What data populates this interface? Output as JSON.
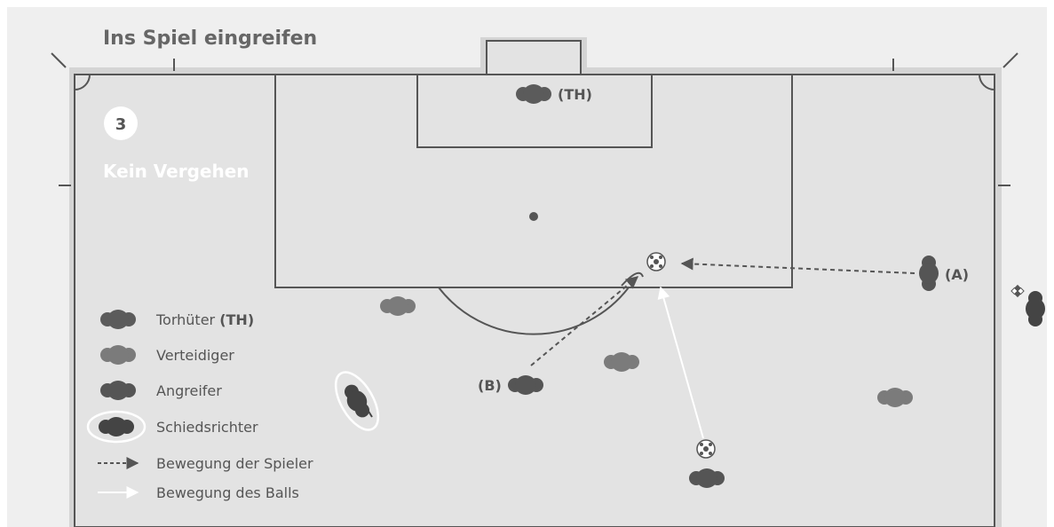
{
  "title": "Ins Spiel eingreifen",
  "step_number": "3",
  "subtitle": "Kein Vergehen",
  "labels": {
    "goalkeeper": "(TH)",
    "player_a": "(A)",
    "player_b": "(B)"
  },
  "legend": {
    "goalkeeper": {
      "text": "Torhüter ",
      "bold": "(TH)"
    },
    "defender": "Verteidiger",
    "attacker": "Angreifer",
    "referee": "Schiedsrichter",
    "player_movement": "Bewegung der Spieler",
    "ball_movement": "Bewegung des Balls"
  },
  "colors": {
    "background": "#e4e4e4",
    "pitch_border": "#d2d2d2",
    "line": "#555555",
    "goalkeeper": "#5b5b5b",
    "defender": "#7b7b7b",
    "attacker": "#555555",
    "referee": "#444444",
    "text": "#666666",
    "white": "#ffffff"
  },
  "icons": {
    "ball": "soccer-ball-icon",
    "flag": "corner-flag-icon"
  }
}
